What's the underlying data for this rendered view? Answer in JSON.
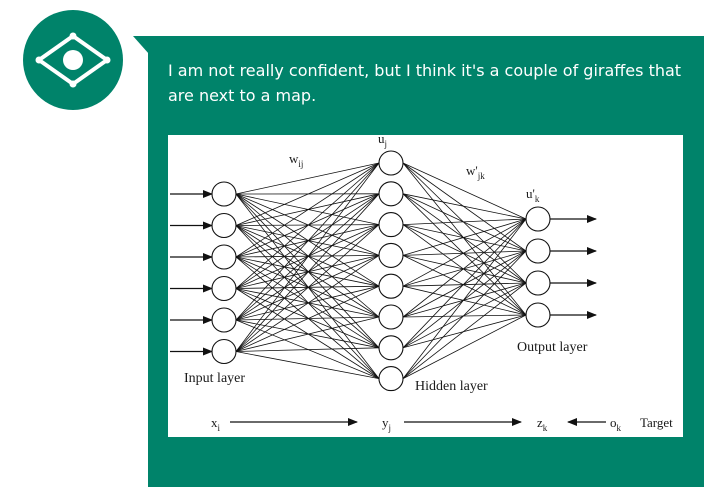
{
  "theme": {
    "accent": "#00836a",
    "bubble_text": "#ffffff",
    "figure_bg": "#ffffff"
  },
  "assistant": {
    "avatar_icon": "eye-diamond-icon"
  },
  "message": {
    "line1": "I am not really confident, but I think it's a couple of giraffes that",
    "line2": "are next to a map."
  },
  "figure": {
    "weight_in": {
      "base": "w",
      "sub": "ij"
    },
    "hidden_unit": {
      "base": "u",
      "sub": "j"
    },
    "weight_out": {
      "base": "w'",
      "sub": "jk"
    },
    "output_unit": {
      "base": "u'",
      "sub": "k"
    },
    "input_layer_label": "Input layer",
    "hidden_layer_label": "Hidden layer",
    "output_layer_label": "Output layer",
    "x_var": {
      "base": "x",
      "sub": "i"
    },
    "y_var": {
      "base": "y",
      "sub": "j"
    },
    "z_var": {
      "base": "z",
      "sub": "k"
    },
    "o_var": {
      "base": "o",
      "sub": "k"
    },
    "target_label": "Target",
    "input_nodes": 6,
    "hidden_nodes": 8,
    "output_nodes": 4
  }
}
